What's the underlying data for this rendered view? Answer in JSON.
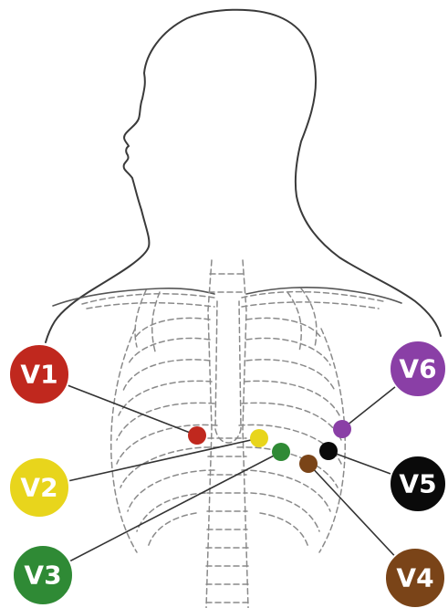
{
  "leads": [
    {
      "id": "v1",
      "label": "V1",
      "color": "#c0281e"
    },
    {
      "id": "v2",
      "label": "V2",
      "color": "#e8d51c"
    },
    {
      "id": "v3",
      "label": "V3",
      "color": "#2f8a35"
    },
    {
      "id": "v4",
      "label": "V4",
      "color": "#7a4418"
    },
    {
      "id": "v5",
      "label": "V5",
      "color": "#0a0a0a"
    },
    {
      "id": "v6",
      "label": "V6",
      "color": "#8a3fa6"
    }
  ]
}
